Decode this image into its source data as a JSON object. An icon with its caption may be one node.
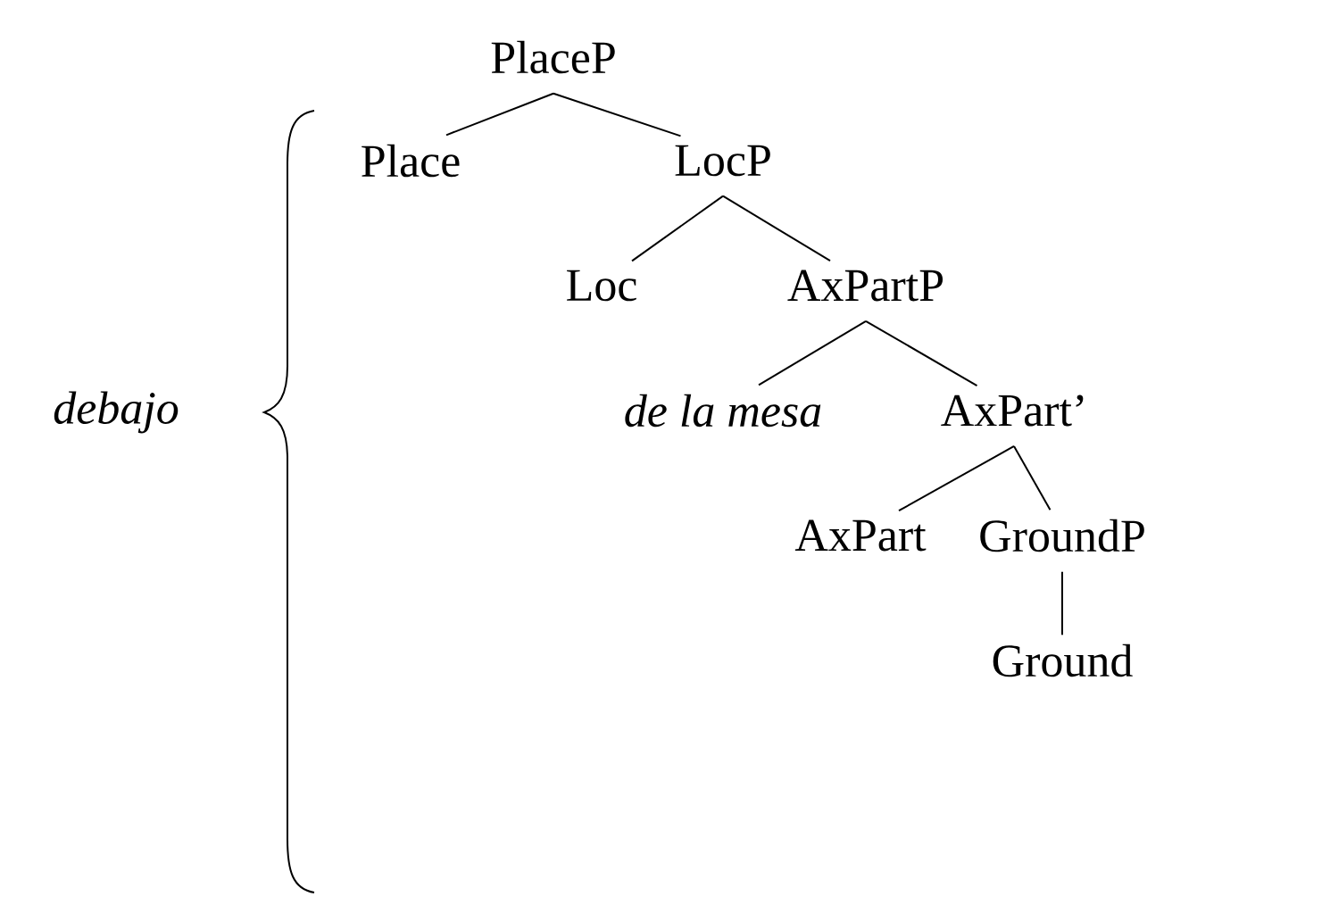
{
  "diagram": {
    "nodes": [
      {
        "text": [
          "PlaceP"
        ]
      },
      {
        "text": [
          "Place"
        ]
      },
      {
        "text": [
          "LocP"
        ]
      },
      {
        "text": [
          "Loc"
        ]
      },
      {
        "text": [
          "AxPartP"
        ]
      },
      {
        "text": [
          "de la mesa"
        ]
      },
      {
        "text": [
          "AxPart’"
        ]
      },
      {
        "text": [
          "AxPart"
        ]
      },
      {
        "text": [
          "GroundP"
        ]
      },
      {
        "text": [
          "Ground"
        ]
      }
    ],
    "edges": [
      {
        "from": 0,
        "to": 1,
        "arrow": "none"
      },
      {
        "from": 0,
        "to": 2,
        "arrow": "none"
      },
      {
        "from": 2,
        "to": 3,
        "arrow": "none"
      },
      {
        "from": 2,
        "to": 4,
        "arrow": "none"
      },
      {
        "from": 4,
        "to": 5,
        "arrow": "none"
      },
      {
        "from": 4,
        "to": 6,
        "arrow": "none"
      },
      {
        "from": 6,
        "to": 7,
        "arrow": "none"
      },
      {
        "from": 6,
        "to": 8,
        "arrow": "none"
      },
      {
        "from": 8,
        "to": 9,
        "arrow": "none"
      }
    ],
    "labels": [
      "debajo"
    ]
  }
}
